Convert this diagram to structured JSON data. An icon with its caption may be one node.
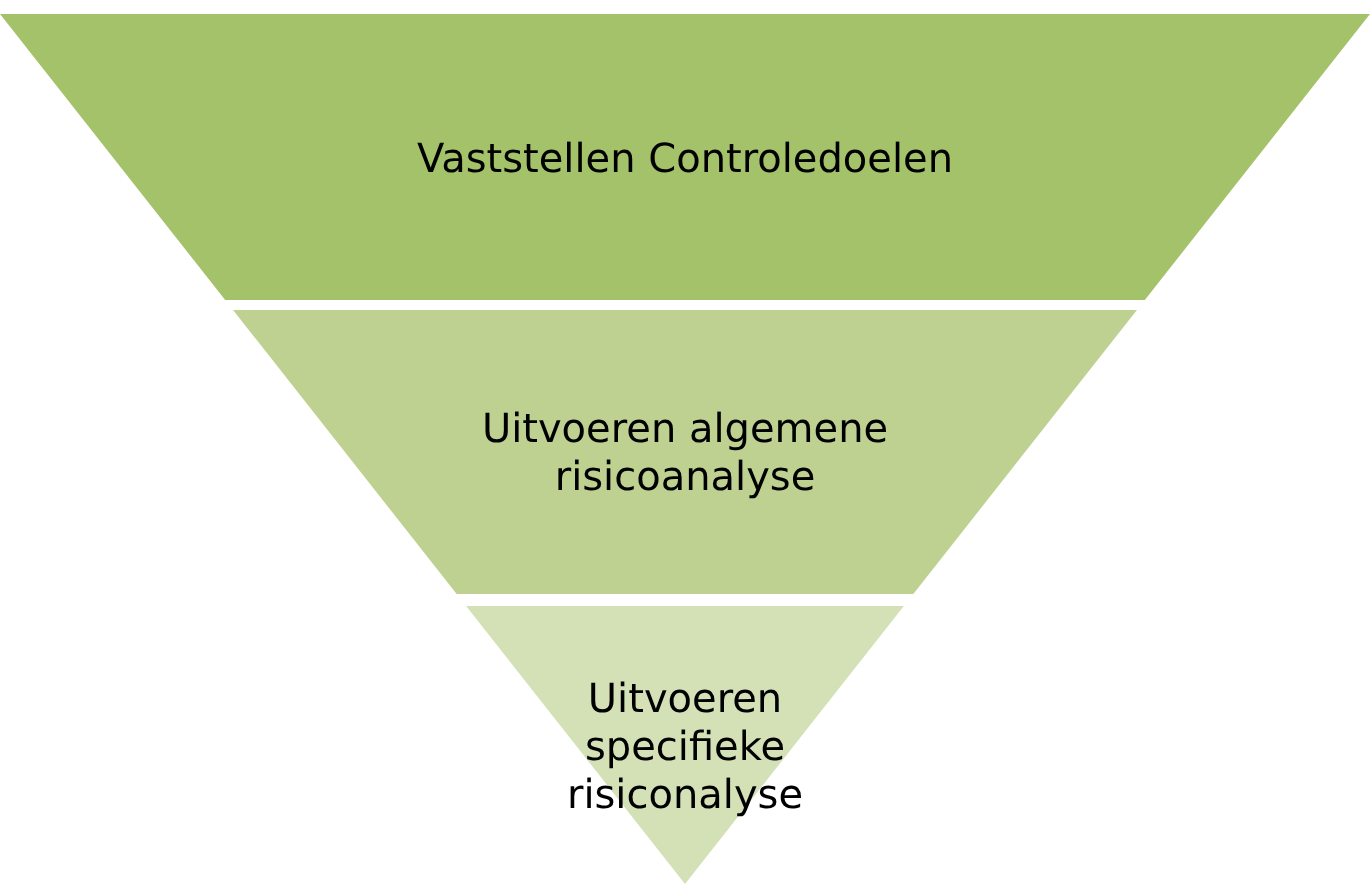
{
  "diagram": {
    "nodes": [
      {
        "text": [
          "Vaststellen Controledoelen"
        ]
      },
      {
        "text": [
          "Uitvoeren algemene risicoanalyse"
        ]
      },
      {
        "text": [
          "Uitvoeren specifieke risiconalyse"
        ]
      }
    ]
  }
}
